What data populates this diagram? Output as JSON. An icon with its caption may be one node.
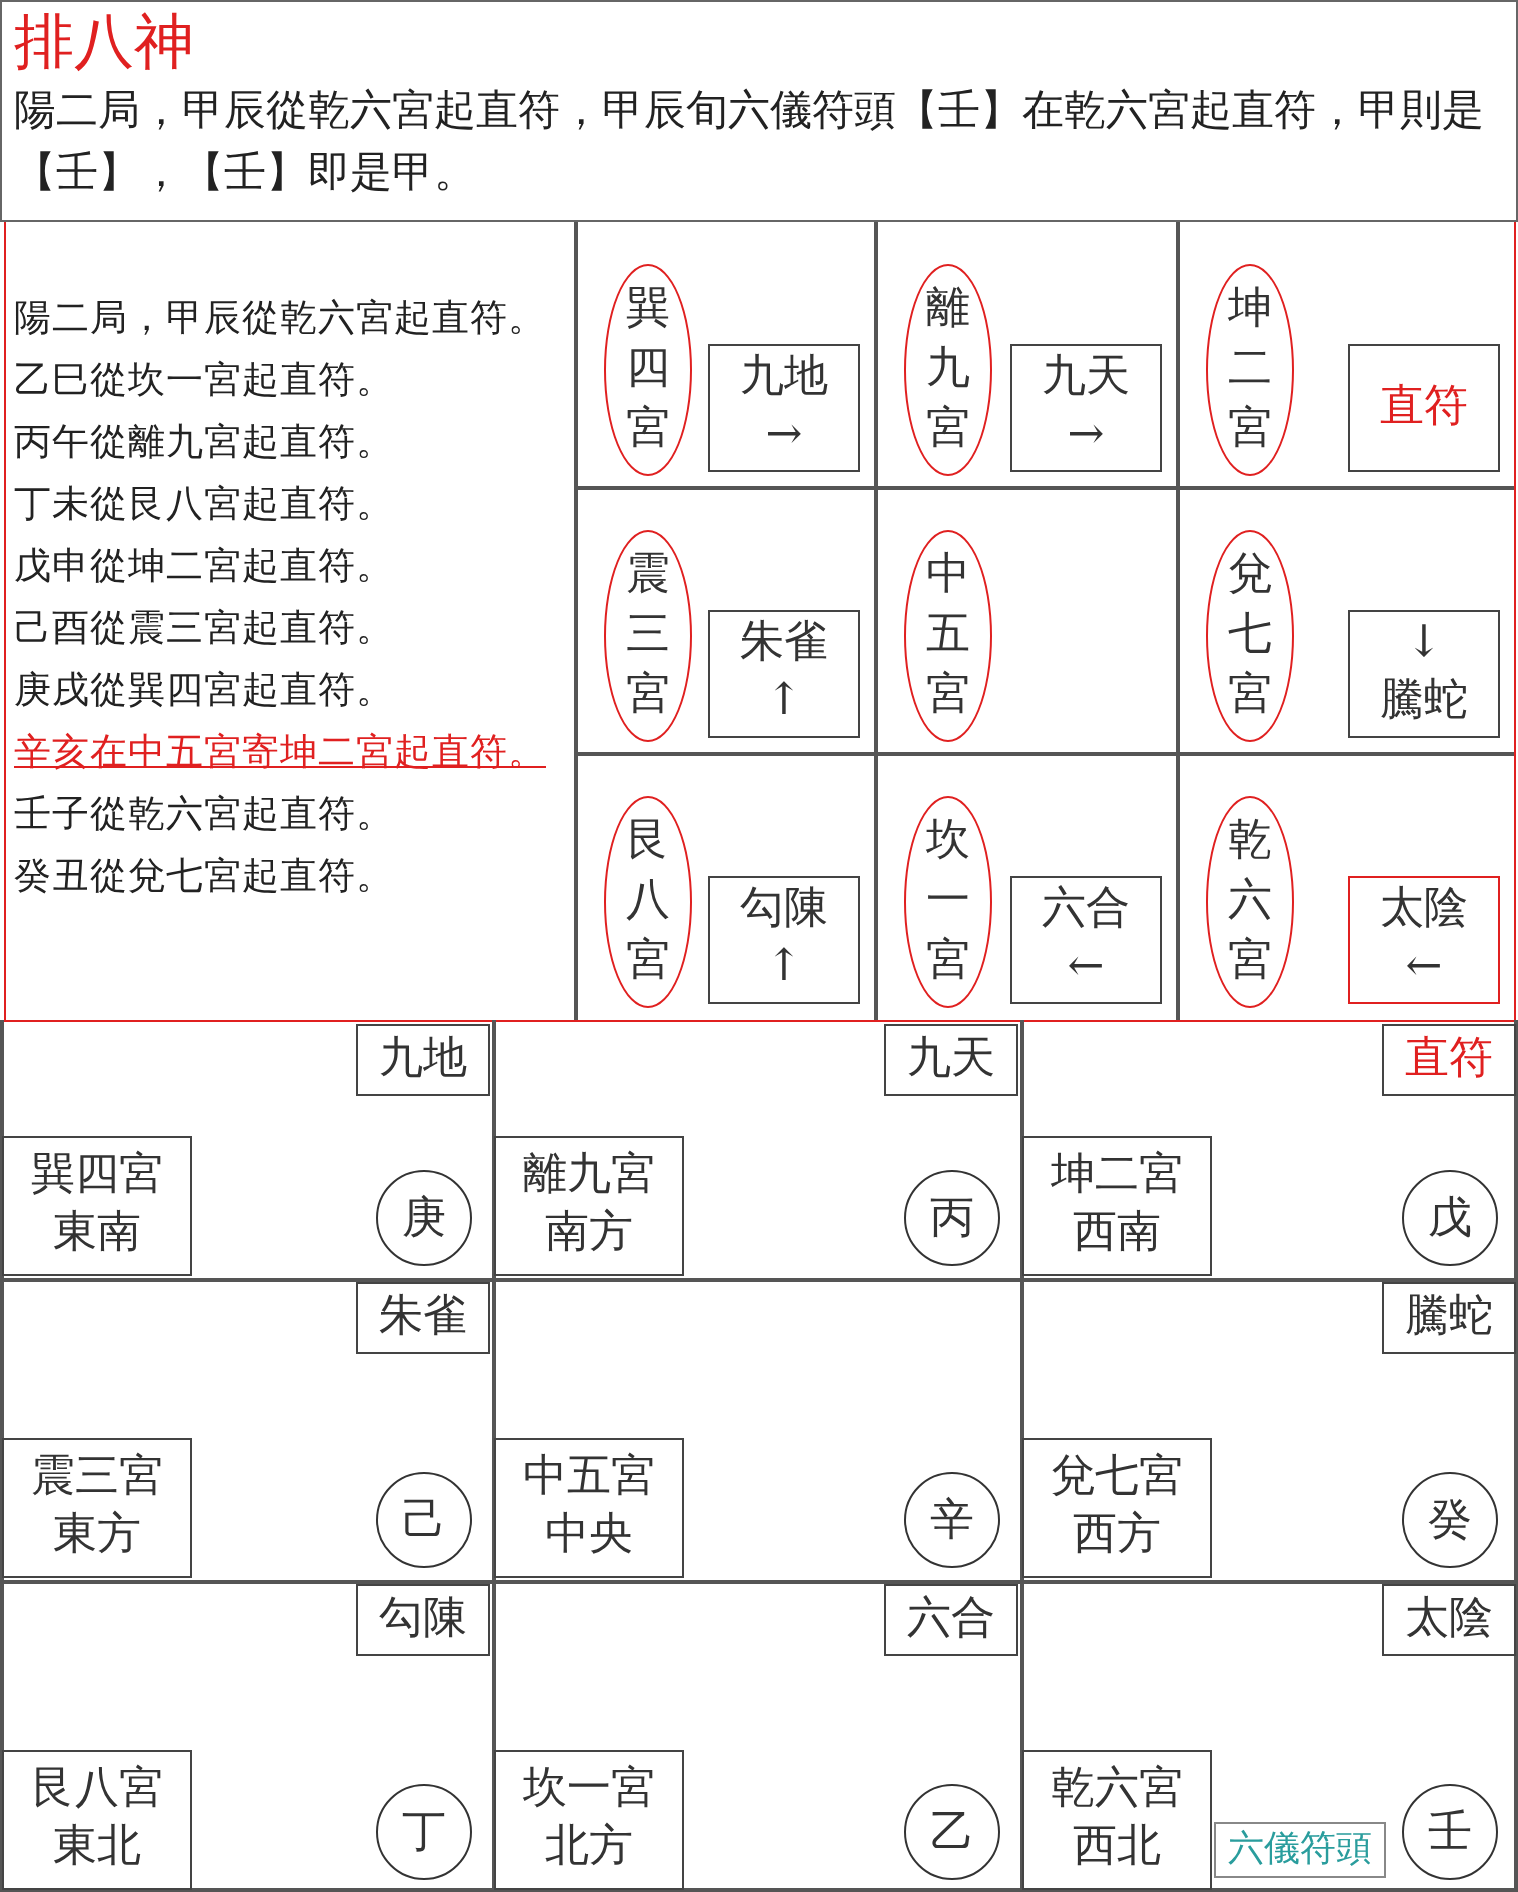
{
  "diagram": {
    "nodes": [
      {
        "text": [
          "排八神",
          "陽二局，甲辰從乾六宮起直符，甲辰旬六儀符頭【壬】在乾六宮起直符，甲則是【壬】，【壬】即是甲。"
        ]
      },
      {
        "text": [
          "巽四宮"
        ]
      },
      {
        "text": [
          "九地",
          "→"
        ]
      },
      {
        "text": [
          "離九宮"
        ]
      },
      {
        "text": [
          "九天",
          "→"
        ]
      },
      {
        "text": [
          "坤二宮"
        ]
      },
      {
        "text": [
          "直符"
        ]
      },
      {
        "text": [
          "震三宮"
        ]
      },
      {
        "text": [
          "朱雀",
          "↑"
        ]
      },
      {
        "text": [
          "中五宮"
        ]
      },
      {
        "text": [
          "兌七宮"
        ]
      },
      {
        "text": [
          "↓",
          "騰蛇"
        ]
      },
      {
        "text": [
          "艮八宮"
        ]
      },
      {
        "text": [
          "勾陳",
          "↑"
        ]
      },
      {
        "text": [
          "坎一宮"
        ]
      },
      {
        "text": [
          "六合",
          "←"
        ]
      },
      {
        "text": [
          "乾六宮"
        ]
      },
      {
        "text": [
          "太陰",
          "←"
        ]
      },
      {
        "text": [
          "九地"
        ]
      },
      {
        "text": [
          "巽四宮",
          "東南"
        ]
      },
      {
        "text": [
          "庚"
        ]
      },
      {
        "text": [
          "九天"
        ]
      },
      {
        "text": [
          "離九宮",
          "南方"
        ]
      },
      {
        "text": [
          "丙"
        ]
      },
      {
        "text": [
          "直符"
        ]
      },
      {
        "text": [
          "坤二宮",
          "西南"
        ]
      },
      {
        "text": [
          "戊"
        ]
      },
      {
        "text": [
          "朱雀"
        ]
      },
      {
        "text": [
          "震三宮",
          "東方"
        ]
      },
      {
        "text": [
          "己"
        ]
      },
      {
        "text": [
          "中五宮",
          "中央"
        ]
      },
      {
        "text": [
          "辛"
        ]
      },
      {
        "text": [
          "騰蛇"
        ]
      },
      {
        "text": [
          "兌七宮",
          "西方"
        ]
      },
      {
        "text": [
          "癸"
        ]
      },
      {
        "text": [
          "勾陳"
        ]
      },
      {
        "text": [
          "艮八宮",
          "東北"
        ]
      },
      {
        "text": [
          "丁"
        ]
      },
      {
        "text": [
          "六合"
        ]
      },
      {
        "text": [
          "坎一宮",
          "北方"
        ]
      },
      {
        "text": [
          "乙"
        ]
      },
      {
        "text": [
          "太陰"
        ]
      },
      {
        "text": [
          "乾六宮",
          "西北"
        ]
      },
      {
        "text": [
          "六儀符頭"
        ]
      },
      {
        "text": [
          "壬"
        ]
      }
    ],
    "labels": [
      "陽二局，甲辰從乾六宮起直符。",
      "乙巳從坎一宮起直符。",
      "丙午從離九宮起直符。",
      "丁未從艮八宮起直符。",
      "戊申從坤二宮起直符。",
      "己酉從震三宮起直符。",
      "庚戌從巽四宮起直符。",
      "辛亥在中五宮寄坤二宮起直符。",
      "壬子從乾六宮起直符。",
      "癸丑從兌七宮起直符。"
    ]
  }
}
